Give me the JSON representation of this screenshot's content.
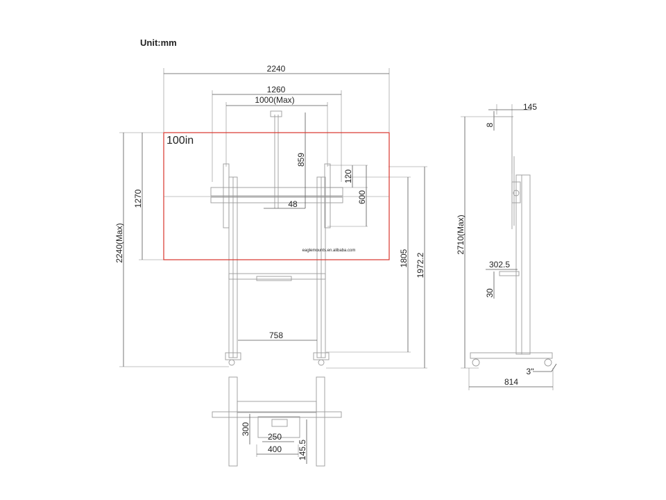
{
  "unit_label": "Unit:mm",
  "screen_size": "100in",
  "brand_text": "eaglemounts.en.alibaba.com",
  "colors": {
    "screen_outline": "#d9342b",
    "line": "#555555"
  },
  "front_view": {
    "width": "2240",
    "vesa_width": "1260",
    "vesa_max": "1000(Max)",
    "screen_height": "1270",
    "total_height": "2240(Max)",
    "arm_height": "859",
    "small_vertical": "120",
    "vesa_height": "600",
    "center_gap": "48",
    "lower_height": "1805",
    "max_height": "1972.2",
    "base_width": "758"
  },
  "side_view": {
    "depth": "145",
    "offset": "8",
    "total_height": "2710(Max)",
    "shelf_depth": "302.5",
    "shelf_thickness": "30",
    "caster": "3\"",
    "base_depth": "814"
  },
  "bottom_view": {
    "shelf_height": "300",
    "slot_width": "250",
    "base_width": "400",
    "offset": "145.5"
  }
}
